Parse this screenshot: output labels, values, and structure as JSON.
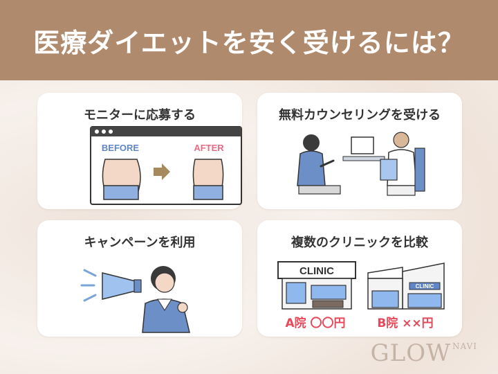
{
  "header": {
    "title": "医療ダイエットを安く受けるには？"
  },
  "cards": [
    {
      "title": "モニターに応募する",
      "before": "BEFORE",
      "after": "AFTER"
    },
    {
      "title": "無料カウンセリングを受ける"
    },
    {
      "title": "キャンペーンを利用"
    },
    {
      "title": "複数のクリニックを比較",
      "clinic_sign": "CLINIC",
      "clinic_sign_small": "CLINIC",
      "price_a": "A院 〇〇円",
      "price_b": "B院 ××円"
    }
  ],
  "logo": {
    "main": "GLOW",
    "sup": "NAVI"
  },
  "colors": {
    "header": "#b08a6d",
    "accent_pink": "#e66a86",
    "accent_blue": "#5f86c8",
    "price_red": "#e6495a"
  }
}
